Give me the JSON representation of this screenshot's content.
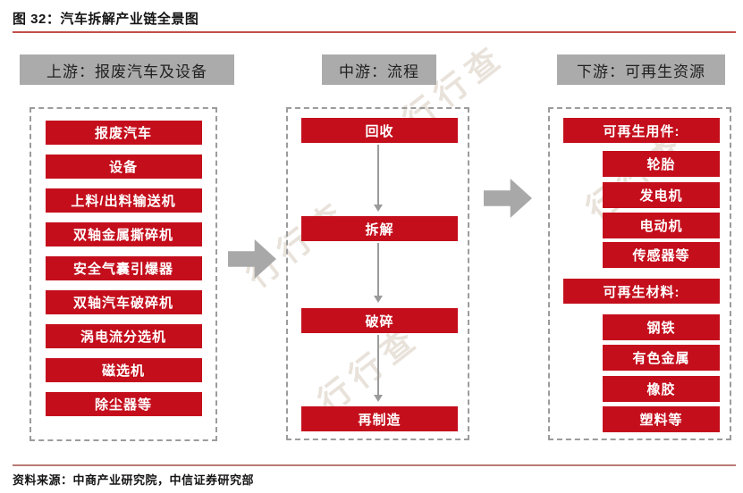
{
  "figure": {
    "title": "图 32：汽车拆解产业链全景图",
    "source": "资料来源：中商产业研究院，中信证券研究部"
  },
  "watermark": {
    "text": "行行查"
  },
  "colors": {
    "box_red": "#c40e1c",
    "header_gray": "#ababab",
    "arrow_gray": "#a8a8a8",
    "rule_red": "#c2504b"
  },
  "columns": {
    "upstream": {
      "header": "上游：报废汽车及设备",
      "items": [
        "报废汽车",
        "设备",
        "上料/出料输送机",
        "双轴金属撕碎机",
        "安全气囊引爆器",
        "双轴汽车破碎机",
        "涡电流分选机",
        "磁选机",
        "除尘器等"
      ]
    },
    "midstream": {
      "header": "中游：流程",
      "steps": [
        "回收",
        "拆解",
        "破碎",
        "再制造"
      ]
    },
    "downstream": {
      "header": "下游：可再生资源",
      "sections": [
        {
          "label": "可再生用件:",
          "items": [
            "轮胎",
            "发电机",
            "电动机",
            "传感器等"
          ]
        },
        {
          "label": "可再生材料:",
          "items": [
            "钢铁",
            "有色金属",
            "橡胶",
            "塑料等"
          ]
        }
      ]
    }
  }
}
